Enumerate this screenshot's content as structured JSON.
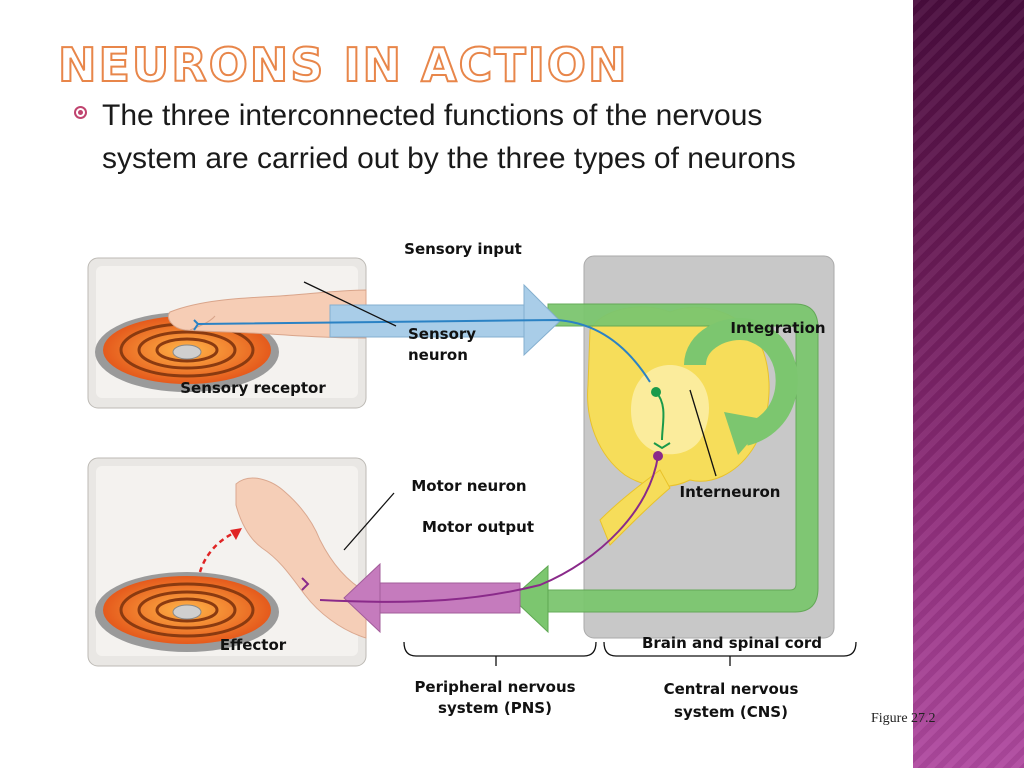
{
  "slide": {
    "title": "Neurons in Action",
    "bullet": "The three interconnected functions of the nervous system are carried out by the three types of neurons",
    "figure_ref": "Figure 27.2"
  },
  "diagram": {
    "sensory_input": "Sensory input",
    "sensory_neuron_line1": "Sensory",
    "sensory_neuron_line2": "neuron",
    "sensory_receptor": "Sensory receptor",
    "integration": "Integration",
    "motor_neuron": "Motor neuron",
    "motor_output": "Motor output",
    "interneuron": "Interneuron",
    "effector": "Effector",
    "brain_spinal_cord": "Brain and spinal cord",
    "pns_line1": "Peripheral nervous",
    "pns_line2": "system (PNS)",
    "cns_line1": "Central nervous",
    "cns_line2": "system (CNS)"
  },
  "colors": {
    "title_outline": "#e8864a",
    "sensory_arrow": "#a9cde8",
    "integration_arrow": "#7cc66f",
    "motor_arrow": "#c57bbd",
    "cns_panel": "#c8c8c8",
    "spinal_cord": "#f6dd5a"
  }
}
